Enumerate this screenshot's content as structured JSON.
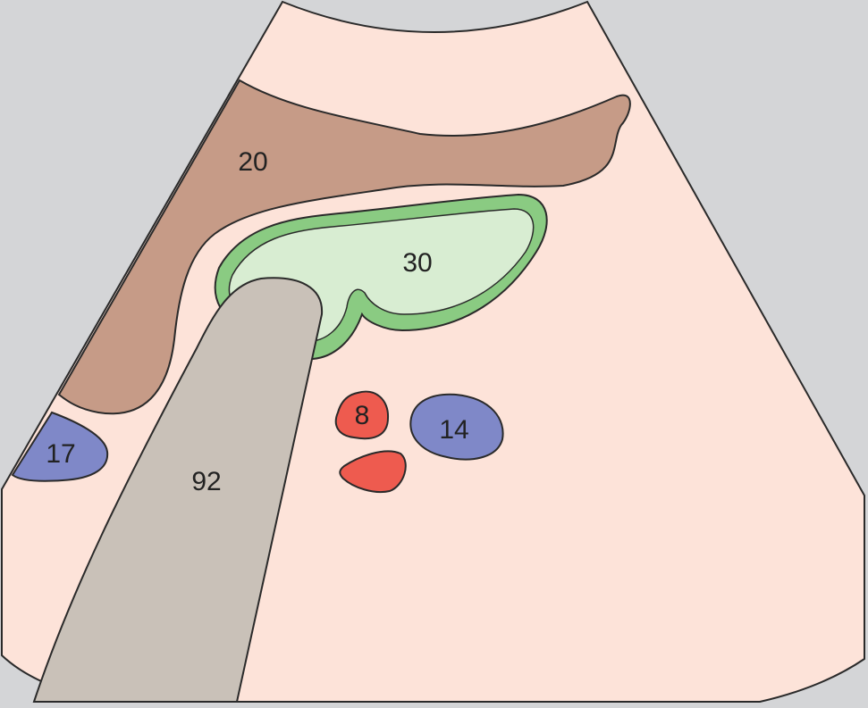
{
  "colors": {
    "background": "#d4d5d7",
    "fan": "#fde3d9",
    "label_20_region": "#c69b87",
    "label_30_fill": "#d8edd2",
    "label_30_wall": "#8acb82",
    "label_92_region": "#c9c1b8",
    "vein_blue": "#7f88c8",
    "artery_red": "#ee5b4f",
    "outline": "#2a2a2a"
  },
  "labels": {
    "region_20": "20",
    "region_30": "30",
    "region_92": "92",
    "region_17": "17",
    "region_8": "8",
    "region_14": "14"
  }
}
